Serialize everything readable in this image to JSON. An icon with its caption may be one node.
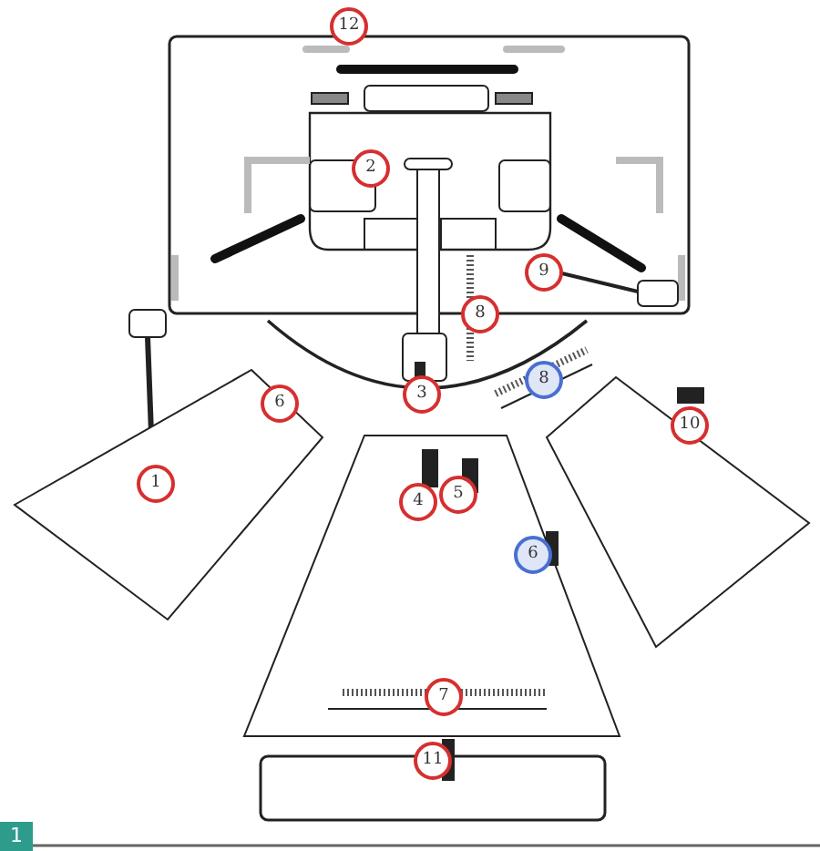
{
  "diagram": {
    "labels": [
      "12",
      "2",
      "9",
      "8",
      "3",
      "8",
      "6",
      "10",
      "1",
      "4",
      "5",
      "6",
      "7",
      "11",
      "1"
    ]
  }
}
